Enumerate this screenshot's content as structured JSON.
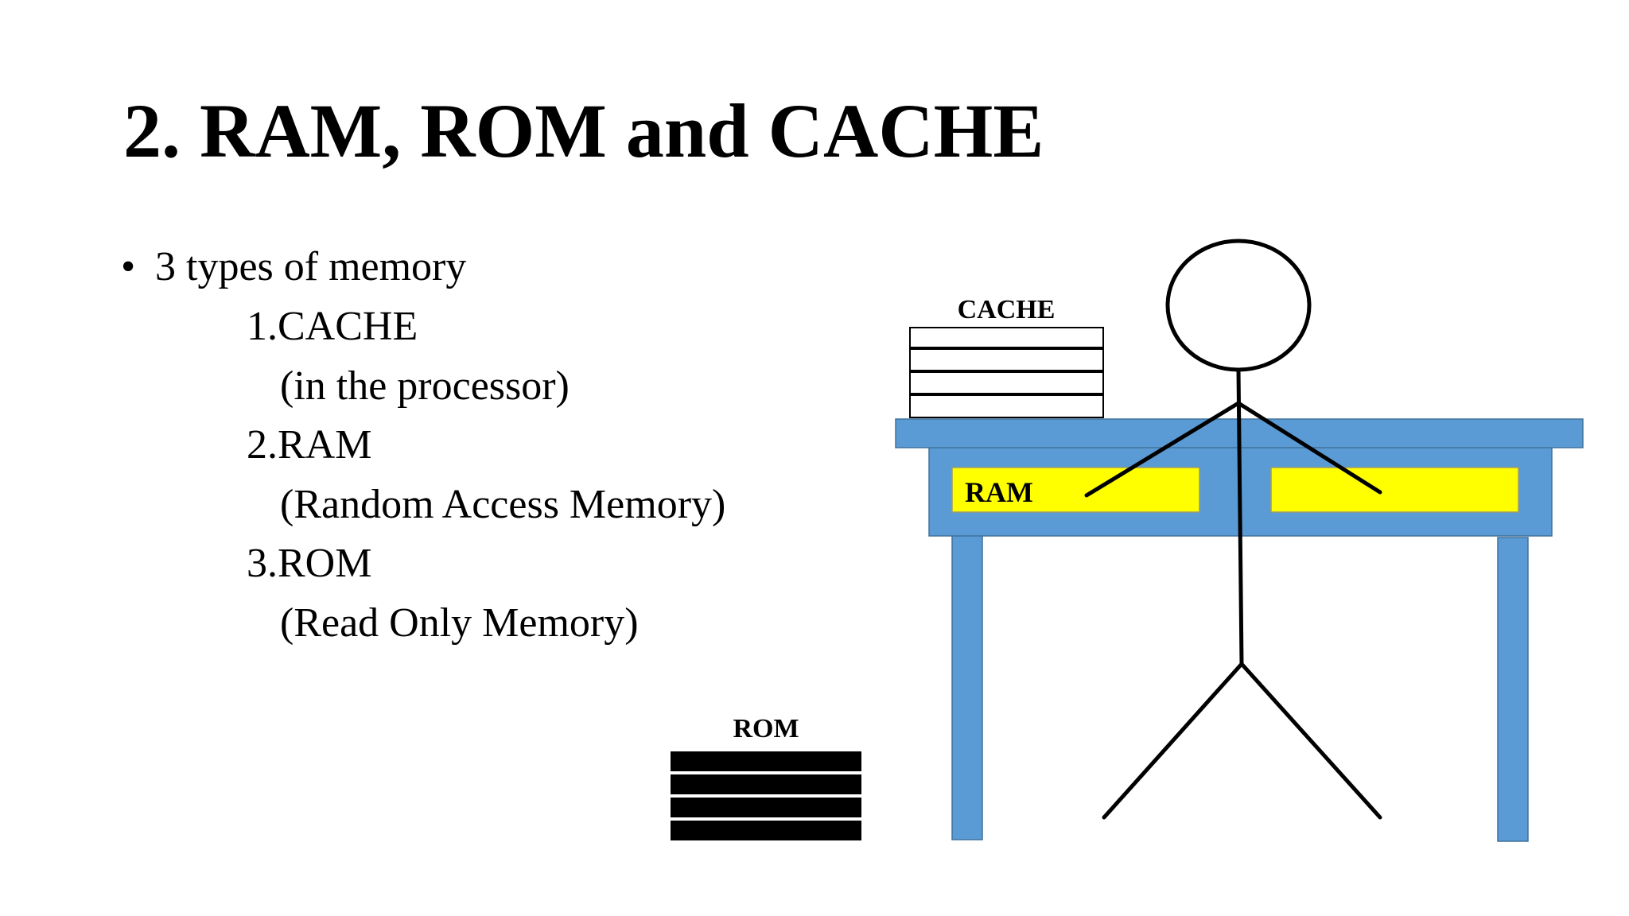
{
  "slide": {
    "title": "2. RAM, ROM and CACHE",
    "bullet": {
      "marker": "•",
      "text": "3 types of memory"
    },
    "items": [
      {
        "name": "1.CACHE",
        "note": "(in the processor)"
      },
      {
        "name": "2.RAM",
        "note": "(Random Access Memory)"
      },
      {
        "name": "3.ROM",
        "note": "(Read Only Memory)"
      }
    ]
  },
  "diagram": {
    "cache_label": "CACHE",
    "ram_label": "RAM",
    "rom_label": "ROM",
    "colors": {
      "desk": "#5b9bd5",
      "desk_border": "#41719c",
      "drawer": "#ffff00",
      "drawer_border": "#9c9c6a",
      "rom_stack": "#000000",
      "cache_stack": "#ffffff",
      "stick_figure": "#000000"
    }
  }
}
